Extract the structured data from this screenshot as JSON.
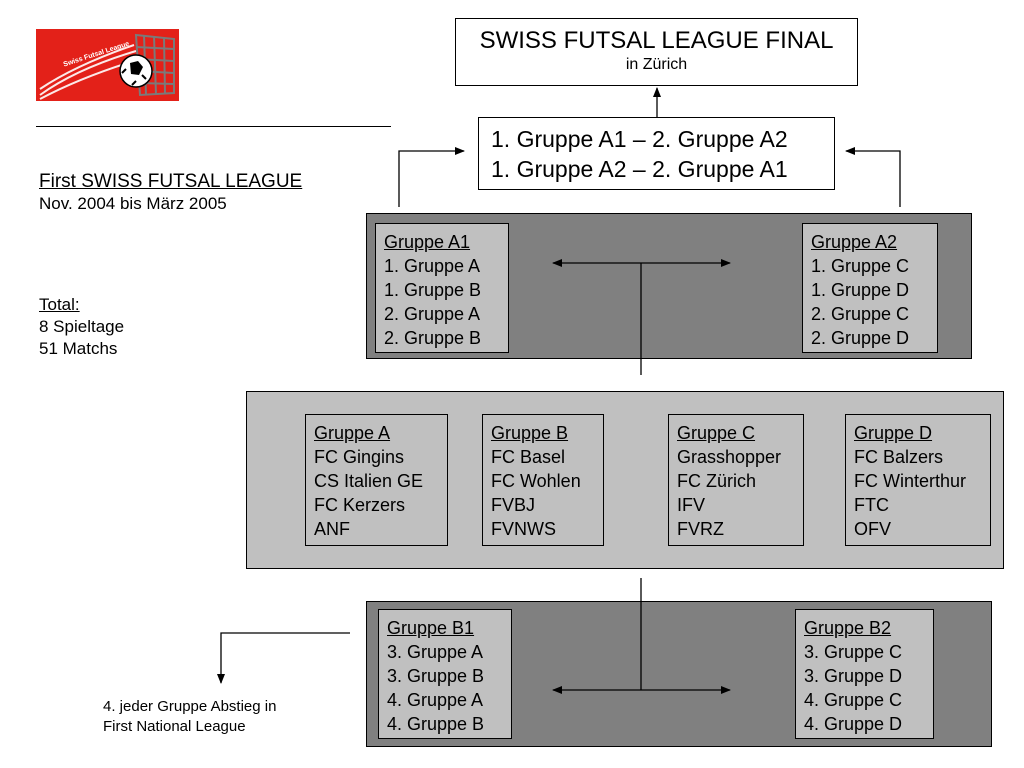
{
  "logo": {
    "text": "Swiss Futsal League",
    "bg_color": "#e32119"
  },
  "final": {
    "title": "SWISS FUTSAL LEAGUE FINAL",
    "location": "in Zürich"
  },
  "matches": [
    "1. Gruppe A1 – 2. Gruppe A2",
    "1. Gruppe A2 – 2. Gruppe A1"
  ],
  "info": {
    "title": "First SWISS FUTSAL LEAGUE",
    "period": "Nov. 2004 bis März 2005",
    "total_label": "Total:",
    "total_lines": [
      "8 Spieltage",
      "51 Matchs"
    ]
  },
  "groups_upper": [
    {
      "title": "Gruppe A1",
      "items": [
        "1. Gruppe A",
        "1. Gruppe B",
        "2. Gruppe A",
        "2. Gruppe B"
      ]
    },
    {
      "title": "Gruppe A2",
      "items": [
        "1. Gruppe C",
        "1. Gruppe D",
        "2. Gruppe C",
        "2. Gruppe D"
      ]
    }
  ],
  "groups_main": [
    {
      "title": "Gruppe A",
      "items": [
        "FC Gingins",
        "CS Italien GE",
        "FC Kerzers",
        "ANF"
      ]
    },
    {
      "title": "Gruppe B",
      "items": [
        "FC Basel",
        "FC Wohlen",
        "FVBJ",
        "FVNWS"
      ]
    },
    {
      "title": "Gruppe C",
      "items": [
        "Grasshopper",
        "FC Zürich",
        "IFV",
        "FVRZ"
      ]
    },
    {
      "title": "Gruppe D",
      "items": [
        "FC Balzers",
        "FC Winterthur",
        "FTC",
        "OFV"
      ]
    }
  ],
  "groups_lower": [
    {
      "title": "Gruppe B1",
      "items": [
        "3. Gruppe A",
        "3. Gruppe B",
        "4. Gruppe A",
        "4. Gruppe B"
      ]
    },
    {
      "title": "Gruppe B2",
      "items": [
        "3. Gruppe C",
        "3. Gruppe D",
        "4. Gruppe C",
        "4. Gruppe D"
      ]
    }
  ],
  "relegation": {
    "lines": [
      "4. jeder Gruppe Abstieg in",
      "First National League"
    ]
  },
  "colors": {
    "dark_panel": "#808080",
    "light_panel": "#c0c0c0",
    "logo_red": "#e32119"
  }
}
